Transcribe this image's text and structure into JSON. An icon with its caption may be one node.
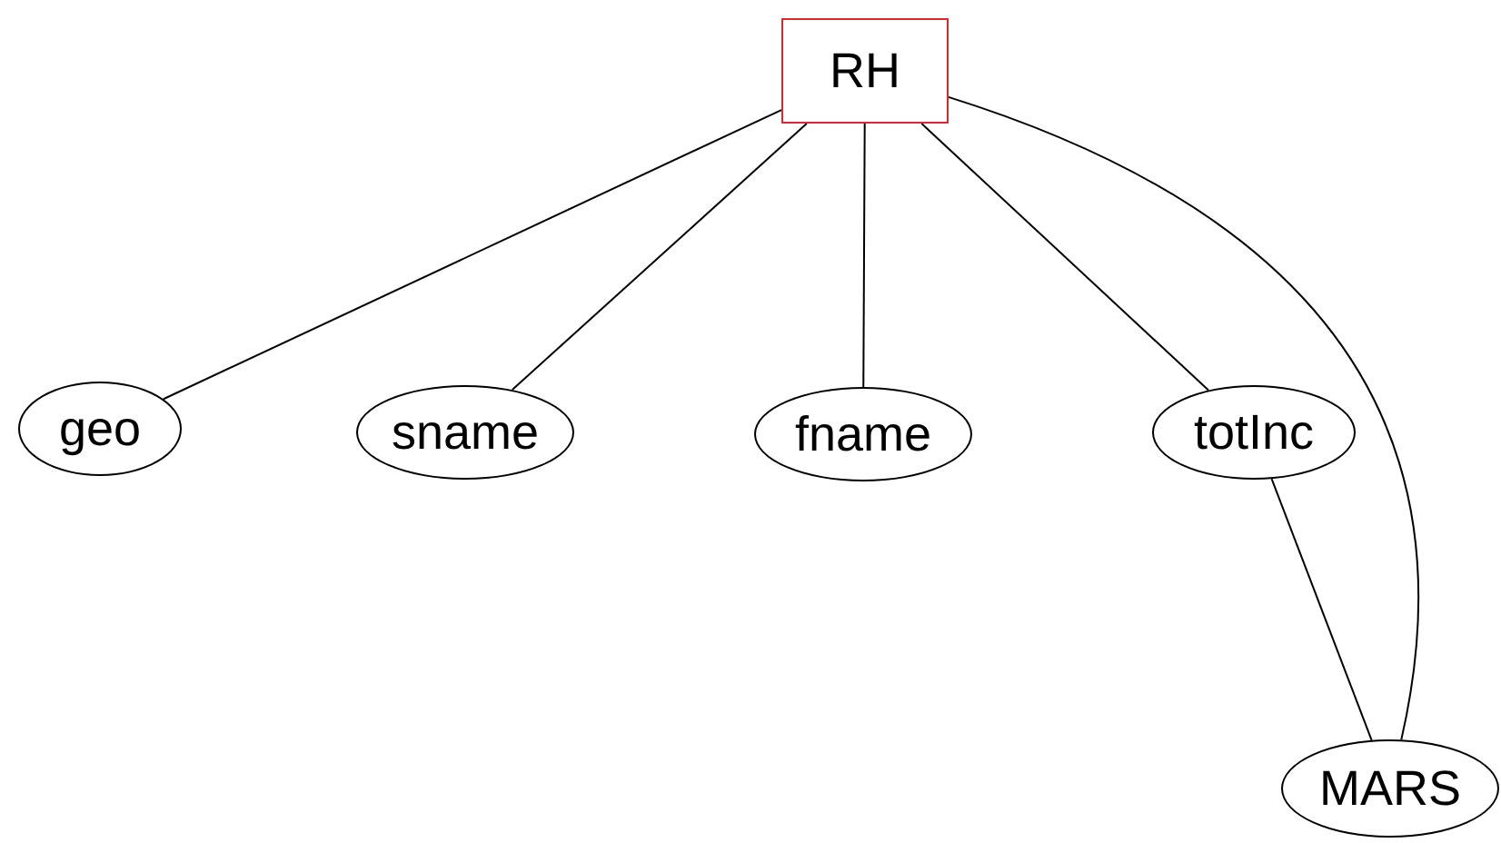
{
  "diagram": {
    "nodes": [
      {
        "text": [
          "RH"
        ]
      },
      {
        "text": [
          "geo"
        ]
      },
      {
        "text": [
          "sname"
        ]
      },
      {
        "text": [
          "fname"
        ]
      },
      {
        "text": [
          "totInc"
        ]
      },
      {
        "text": [
          "MARS"
        ]
      }
    ],
    "edges": [
      {
        "from": 0,
        "to": 1,
        "arrow": "none"
      },
      {
        "from": 0,
        "to": 2,
        "arrow": "none"
      },
      {
        "from": 0,
        "to": 3,
        "arrow": "none"
      },
      {
        "from": 0,
        "to": 4,
        "arrow": "none"
      },
      {
        "from": 0,
        "to": 5,
        "arrow": "none"
      },
      {
        "from": 4,
        "to": 5,
        "arrow": "none"
      }
    ]
  }
}
